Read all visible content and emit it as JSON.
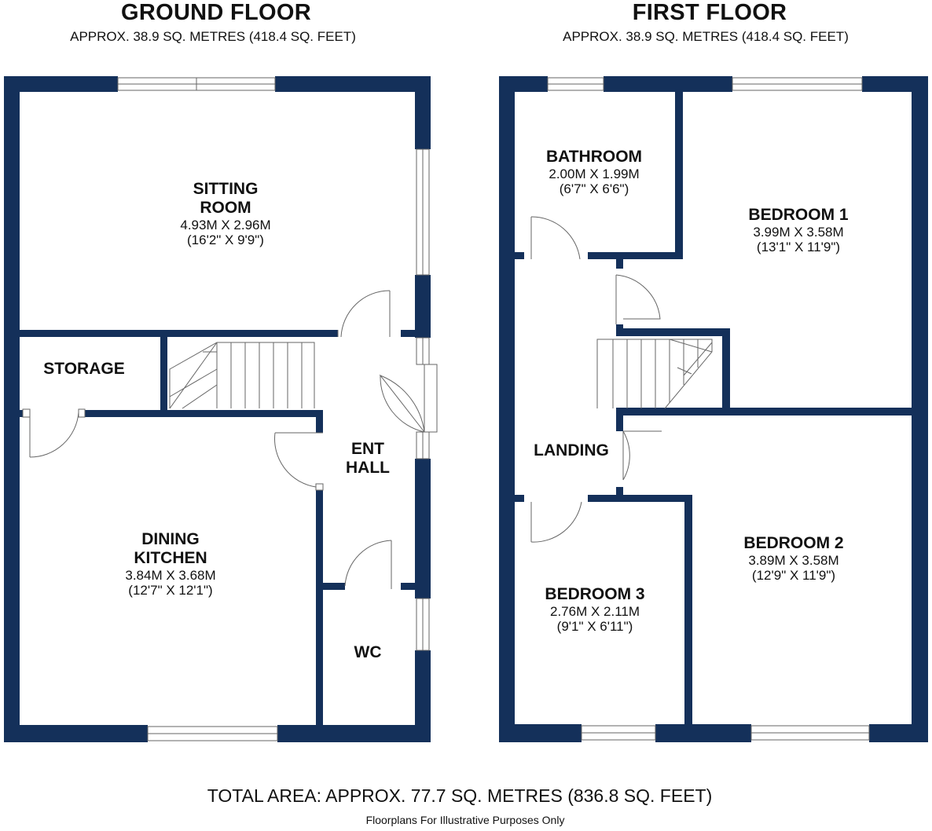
{
  "ground_floor": {
    "title": "GROUND FLOOR",
    "area": "APPROX. 38.9 SQ. METRES (418.4 SQ. FEET)",
    "rooms": {
      "sitting_room": {
        "name_1": "SITTING",
        "name_2": "ROOM",
        "metric": "4.93M X 2.96M",
        "imperial": "(16'2\" X 9'9\")"
      },
      "storage": {
        "name": "STORAGE"
      },
      "ent_hall": {
        "name_1": "ENT",
        "name_2": "HALL"
      },
      "dining_kitchen": {
        "name_1": "DINING",
        "name_2": "KITCHEN",
        "metric": "3.84M X 3.68M",
        "imperial": "(12'7\" X 12'1\")"
      },
      "wc": {
        "name": "WC"
      }
    }
  },
  "first_floor": {
    "title": "FIRST FLOOR",
    "area": "APPROX. 38.9 SQ. METRES (418.4 SQ. FEET)",
    "rooms": {
      "bathroom": {
        "name": "BATHROOM",
        "metric": "2.00M X 1.99M",
        "imperial": "(6'7\" X 6'6\")"
      },
      "bedroom_1": {
        "name": "BEDROOM 1",
        "metric": "3.99M X 3.58M",
        "imperial": "(13'1\" X 11'9\")"
      },
      "landing": {
        "name": "LANDING"
      },
      "bedroom_2": {
        "name": "BEDROOM 2",
        "metric": "3.89M X 3.58M",
        "imperial": "(12'9\" X 11'9\")"
      },
      "bedroom_3": {
        "name": "BEDROOM 3",
        "metric": "2.76M X 2.11M",
        "imperial": "(9'1\" X 6'11\")"
      }
    }
  },
  "footer": {
    "total_area": "TOTAL AREA: APPROX. 77.7 SQ. METRES (836.8 SQ. FEET)",
    "disclaimer": "Floorplans For Illustrative Purposes Only"
  },
  "colors": {
    "wall": "#14305a",
    "line": "#555555",
    "background": "#ffffff"
  }
}
